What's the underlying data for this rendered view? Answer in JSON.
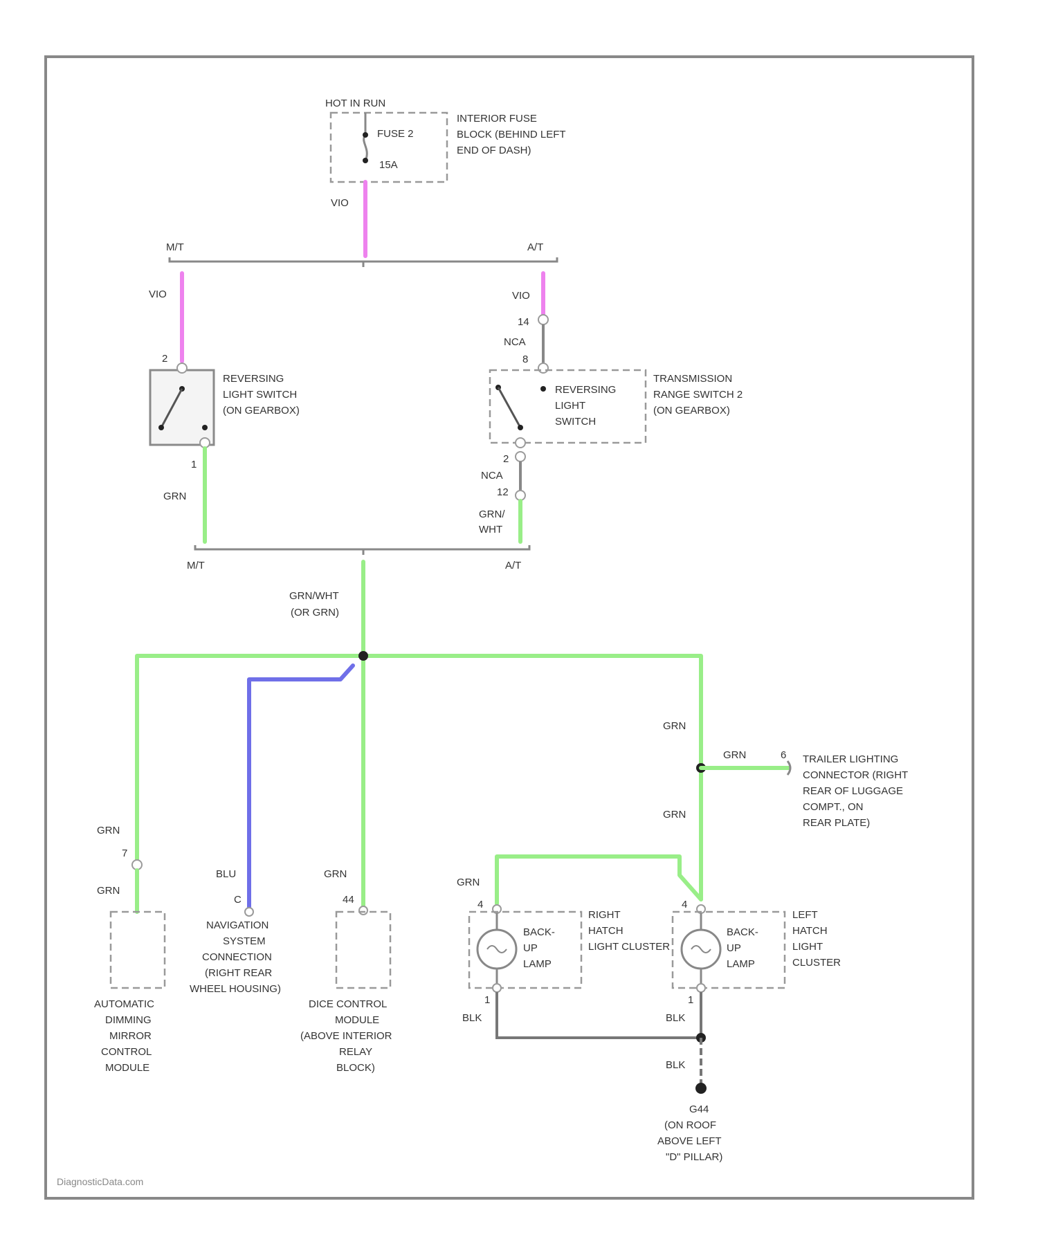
{
  "colors": {
    "violet_wire": "#ee82ee",
    "green_wire": "#99ee88",
    "blue_wire": "#6f6fe8",
    "black_wire": "#777777",
    "gray_wire": "#888888",
    "frame": "#888888"
  },
  "fuse": {
    "hot_label": "HOT IN RUN",
    "name": "FUSE 2",
    "rating": "15A",
    "location": [
      "INTERIOR FUSE",
      "BLOCK (BEHIND LEFT",
      "END OF DASH)"
    ]
  },
  "wires": {
    "vio": "VIO",
    "grn": "GRN",
    "grn_wht_1": "GRN/",
    "grn_wht_2": "WHT",
    "splice_1": "GRN/WHT",
    "splice_2": "(OR GRN)",
    "blu": "BLU",
    "blk": "BLK",
    "nca": "NCA"
  },
  "branches": {
    "manual": "M/T",
    "auto": "A/T"
  },
  "manual_switch": {
    "label": [
      "REVERSING",
      "LIGHT SWITCH",
      "(ON GEARBOX)"
    ],
    "pin_top": "2",
    "pin_bottom": "1"
  },
  "auto_switch": {
    "inner_label": [
      "REVERSING",
      "LIGHT",
      "SWITCH"
    ],
    "outer_label": [
      "TRANSMISSION",
      "RANGE SWITCH 2",
      "(ON GEARBOX)"
    ],
    "pin_a": "14",
    "pin_b": "8",
    "pin_c": "2",
    "pin_d": "12"
  },
  "mirror_module": {
    "pin": "7",
    "label": [
      "AUTOMATIC",
      "DIMMING",
      "MIRROR",
      "CONTROL",
      "MODULE"
    ]
  },
  "nav_connection": {
    "pin": "C",
    "label": [
      "NAVIGATION",
      "SYSTEM",
      "CONNECTION",
      "(RIGHT REAR",
      "WHEEL HOUSING)"
    ]
  },
  "dice_module": {
    "pin": "44",
    "label": [
      "DICE CONTROL",
      "MODULE",
      "(ABOVE INTERIOR",
      "RELAY",
      "BLOCK)"
    ]
  },
  "trailer": {
    "pin": "6",
    "label": [
      "TRAILER LIGHTING",
      "CONNECTOR (RIGHT",
      "REAR OF LUGGAGE",
      "COMPT., ON",
      "REAR PLATE)"
    ]
  },
  "right_cluster": {
    "lamp": [
      "BACK-",
      "UP",
      "LAMP"
    ],
    "label": [
      "RIGHT",
      "HATCH",
      "LIGHT CLUSTER"
    ],
    "pin_top": "4",
    "pin_bottom": "1"
  },
  "left_cluster": {
    "lamp": [
      "BACK-",
      "UP",
      "LAMP"
    ],
    "label": [
      "LEFT",
      "HATCH",
      "LIGHT",
      "CLUSTER"
    ],
    "pin_top": "4",
    "pin_bottom": "1"
  },
  "ground": {
    "name": "G44",
    "location": [
      "(ON ROOF",
      "ABOVE LEFT",
      "\"D\" PILLAR)"
    ]
  },
  "watermark": "DiagnosticData.com"
}
